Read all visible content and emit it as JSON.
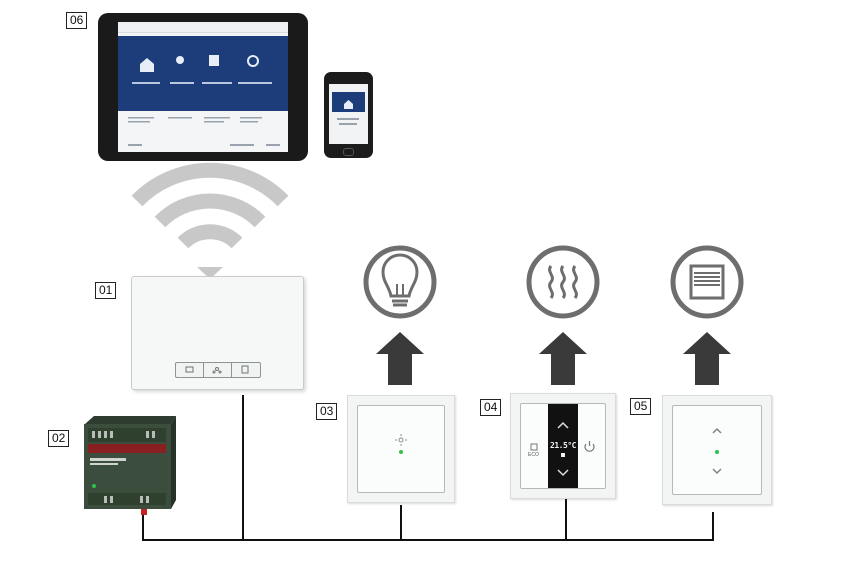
{
  "labels": {
    "system_access_point": "01",
    "power_supply": "02",
    "light_switch": "03",
    "room_thermostat": "04",
    "blind_actuator": "05",
    "tablet_and_phone": "06"
  },
  "icons": {
    "wifi": "wifi-icon",
    "light": "light-bulb-icon",
    "heating": "heating-icon",
    "blind": "blind-icon",
    "arrow": "arrow-up-icon"
  },
  "thermostat": {
    "temperature": "21.5°C",
    "mode": "ECO"
  },
  "colors": {
    "line": "#111111",
    "arrow": "#3a3a3a",
    "icon_ring": "#6e6e6e",
    "tablet_screen": "#1d3d7a",
    "led_green": "#2fc24a",
    "thermo_display": "#111111",
    "power_supply_body": "#3b4e3d"
  }
}
